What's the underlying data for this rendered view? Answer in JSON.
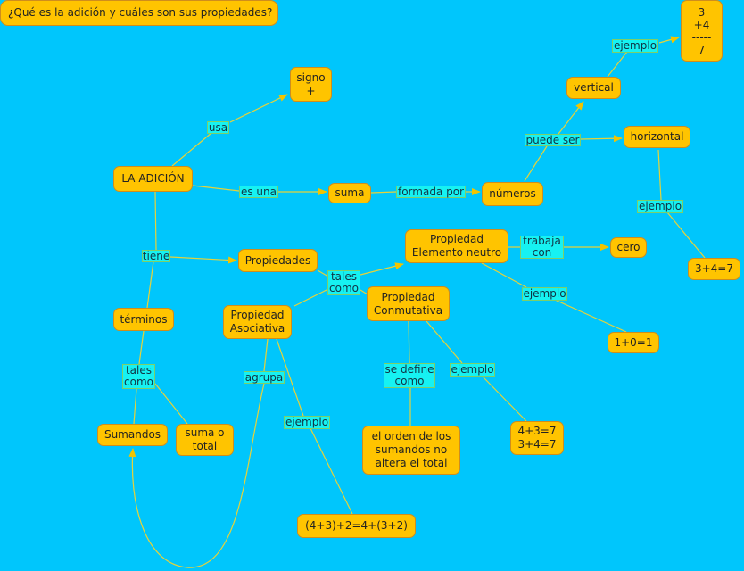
{
  "title": "¿Qué es la adición y cuáles son sus propiedades?",
  "colors": {
    "background": "#00c6fc",
    "concept": "#ffc400",
    "link_label": "#16f2f2",
    "edge": "#e6d23a"
  },
  "concepts": {
    "adicion": "LA ADICIÓN",
    "signo": "signo\n+",
    "suma": "suma",
    "numeros": "números",
    "vertical": "vertical",
    "horizontal": "horizontal",
    "vertical_example": "3\n+4\n-----\n7",
    "horizontal_example": "3+4=7",
    "elemento_neutro": "Propiedad\nElemento neutro",
    "cero": "cero",
    "neutro_example": "1+0=1",
    "propiedades": "Propiedades",
    "conmutativa": "Propiedad\nConmutativa",
    "asociativa": "Propiedad\nAsociativa",
    "terminos": "términos",
    "sumandos": "Sumandos",
    "suma_total": "suma o\ntotal",
    "orden": "el orden de los\nsumandos no\naltera el total",
    "conmutativa_example": "4+3=7\n3+4=7",
    "asociativa_example": "(4+3)+2=4+(3+2)"
  },
  "links": {
    "usa": "usa",
    "es_una": "es una",
    "formada_por": "formada por",
    "puede_ser": "puede ser",
    "ejemplo_vertical": "ejemplo",
    "ejemplo_horizontal": "ejemplo",
    "tiene": "tiene",
    "tales_como_prop": "tales\ncomo",
    "trabaja_con": "trabaja\ncon",
    "ejemplo_neutro": "ejemplo",
    "se_define_como": "se define\ncomo",
    "ejemplo_conmutativa": "ejemplo",
    "agrupa": "agrupa",
    "ejemplo_asociativa": "ejemplo",
    "tales_como_terminos": "tales\ncomo"
  }
}
